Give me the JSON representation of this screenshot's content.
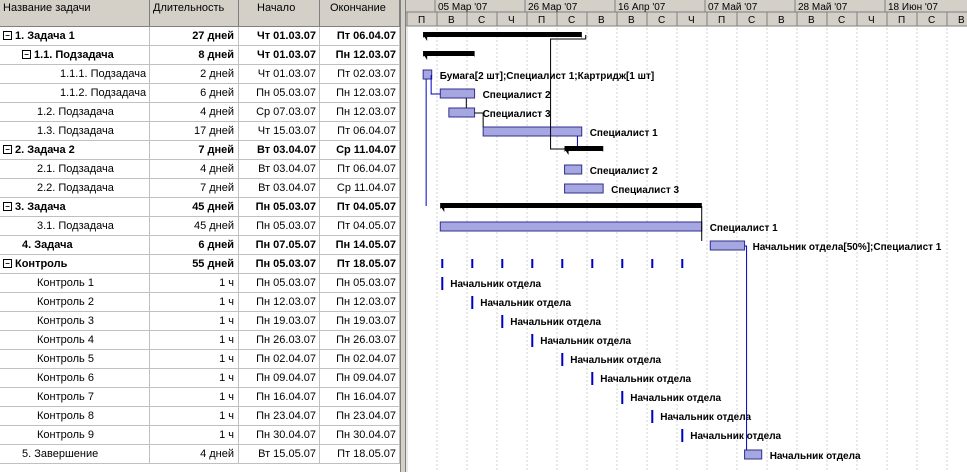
{
  "columns": {
    "name": "Название задачи",
    "duration": "Длительность",
    "start": "Начало",
    "finish": "Окончание"
  },
  "timescale": {
    "weeks": [
      "05 Мар '07",
      "26 Мар '07",
      "16 Апр '07",
      "07 Май '07",
      "28 Май '07",
      "18 Июн '07"
    ],
    "days": [
      "П",
      "В",
      "С",
      "Ч",
      "П",
      "С",
      "В",
      "В",
      "С",
      "Ч",
      "П",
      "С",
      "В",
      "В",
      "С",
      "Ч",
      "П",
      "С",
      "В"
    ]
  },
  "colors": {
    "bar_fill": "#a6a6e0",
    "summary": "#000000",
    "link": "#0000c0",
    "grid_bg": "#d4d0c8"
  },
  "tasks": [
    {
      "name": "1. Задача 1",
      "duration": "27 дней",
      "start": "Чт 01.03.07",
      "finish": "Пт 06.04.07",
      "bold": true,
      "toggle": "-",
      "indent": 0,
      "resource": ""
    },
    {
      "name": "1.1. Подзадача",
      "duration": "8 дней",
      "start": "Чт 01.03.07",
      "finish": "Пн 12.03.07",
      "bold": true,
      "toggle": "-",
      "indent": 1,
      "resource": ""
    },
    {
      "name": "1.1.1. Подзадача",
      "duration": "2 дней",
      "start": "Чт 01.03.07",
      "finish": "Пт 02.03.07",
      "bold": false,
      "toggle": "",
      "indent": 3,
      "resource": "Бумага[2 шт];Специалист 1;Картридж[1 шт]"
    },
    {
      "name": "1.1.2. Подзадача",
      "duration": "6 дней",
      "start": "Пн 05.03.07",
      "finish": "Пн 12.03.07",
      "bold": false,
      "toggle": "",
      "indent": 3,
      "resource": "Специалист 2"
    },
    {
      "name": "1.2. Подзадача",
      "duration": "4 дней",
      "start": "Ср 07.03.07",
      "finish": "Пн 12.03.07",
      "bold": false,
      "toggle": "",
      "indent": 2,
      "resource": "Специалист 3"
    },
    {
      "name": "1.3. Подзадача",
      "duration": "17 дней",
      "start": "Чт 15.03.07",
      "finish": "Пт 06.04.07",
      "bold": false,
      "toggle": "",
      "indent": 2,
      "resource": "Специалист 1"
    },
    {
      "name": "2. Задача 2",
      "duration": "7 дней",
      "start": "Вт 03.04.07",
      "finish": "Ср 11.04.07",
      "bold": true,
      "toggle": "-",
      "indent": 0,
      "resource": ""
    },
    {
      "name": "2.1. Подзадача",
      "duration": "4 дней",
      "start": "Вт 03.04.07",
      "finish": "Пт 06.04.07",
      "bold": false,
      "toggle": "",
      "indent": 2,
      "resource": "Специалист 2"
    },
    {
      "name": "2.2. Подзадача",
      "duration": "7 дней",
      "start": "Вт 03.04.07",
      "finish": "Ср 11.04.07",
      "bold": false,
      "toggle": "",
      "indent": 2,
      "resource": "Специалист 3"
    },
    {
      "name": "3. Задача",
      "duration": "45 дней",
      "start": "Пн 05.03.07",
      "finish": "Пт 04.05.07",
      "bold": true,
      "toggle": "-",
      "indent": 0,
      "resource": ""
    },
    {
      "name": "3.1. Подзадача",
      "duration": "45 дней",
      "start": "Пн 05.03.07",
      "finish": "Пт 04.05.07",
      "bold": false,
      "toggle": "",
      "indent": 2,
      "resource": "Специалист 1"
    },
    {
      "name": "4. Задача",
      "duration": "6 дней",
      "start": "Пн 07.05.07",
      "finish": "Пн 14.05.07",
      "bold": true,
      "toggle": "",
      "indent": 1,
      "resource": "Начальник отдела[50%];Специалист 1"
    },
    {
      "name": "Контроль",
      "duration": "55 дней",
      "start": "Пн 05.03.07",
      "finish": "Пт 18.05.07",
      "bold": true,
      "toggle": "-",
      "indent": 0,
      "resource": ""
    },
    {
      "name": "Контроль 1",
      "duration": "1 ч",
      "start": "Пн 05.03.07",
      "finish": "Пн 05.03.07",
      "bold": false,
      "toggle": "",
      "indent": 2,
      "resource": "Начальник отдела"
    },
    {
      "name": "Контроль 2",
      "duration": "1 ч",
      "start": "Пн 12.03.07",
      "finish": "Пн 12.03.07",
      "bold": false,
      "toggle": "",
      "indent": 2,
      "resource": "Начальник отдела"
    },
    {
      "name": "Контроль 3",
      "duration": "1 ч",
      "start": "Пн 19.03.07",
      "finish": "Пн 19.03.07",
      "bold": false,
      "toggle": "",
      "indent": 2,
      "resource": "Начальник отдела"
    },
    {
      "name": "Контроль 4",
      "duration": "1 ч",
      "start": "Пн 26.03.07",
      "finish": "Пн 26.03.07",
      "bold": false,
      "toggle": "",
      "indent": 2,
      "resource": "Начальник отдела"
    },
    {
      "name": "Контроль 5",
      "duration": "1 ч",
      "start": "Пн 02.04.07",
      "finish": "Пн 02.04.07",
      "bold": false,
      "toggle": "",
      "indent": 2,
      "resource": "Начальник отдела"
    },
    {
      "name": "Контроль 6",
      "duration": "1 ч",
      "start": "Пн 09.04.07",
      "finish": "Пн 09.04.07",
      "bold": false,
      "toggle": "",
      "indent": 2,
      "resource": "Начальник отдела"
    },
    {
      "name": "Контроль 7",
      "duration": "1 ч",
      "start": "Пн 16.04.07",
      "finish": "Пн 16.04.07",
      "bold": false,
      "toggle": "",
      "indent": 2,
      "resource": "Начальник отдела"
    },
    {
      "name": "Контроль 8",
      "duration": "1 ч",
      "start": "Пн 23.04.07",
      "finish": "Пн 23.04.07",
      "bold": false,
      "toggle": "",
      "indent": 2,
      "resource": "Начальник отдела"
    },
    {
      "name": "Контроль 9",
      "duration": "1 ч",
      "start": "Пн 30.04.07",
      "finish": "Пн 30.04.07",
      "bold": false,
      "toggle": "",
      "indent": 2,
      "resource": "Начальник отдела"
    },
    {
      "name": "5. Завершение",
      "duration": "4 дней",
      "start": "Вт 15.05.07",
      "finish": "Пт 18.05.07",
      "bold": false,
      "toggle": "",
      "indent": 1,
      "resource": "Начальник отдела"
    }
  ]
}
